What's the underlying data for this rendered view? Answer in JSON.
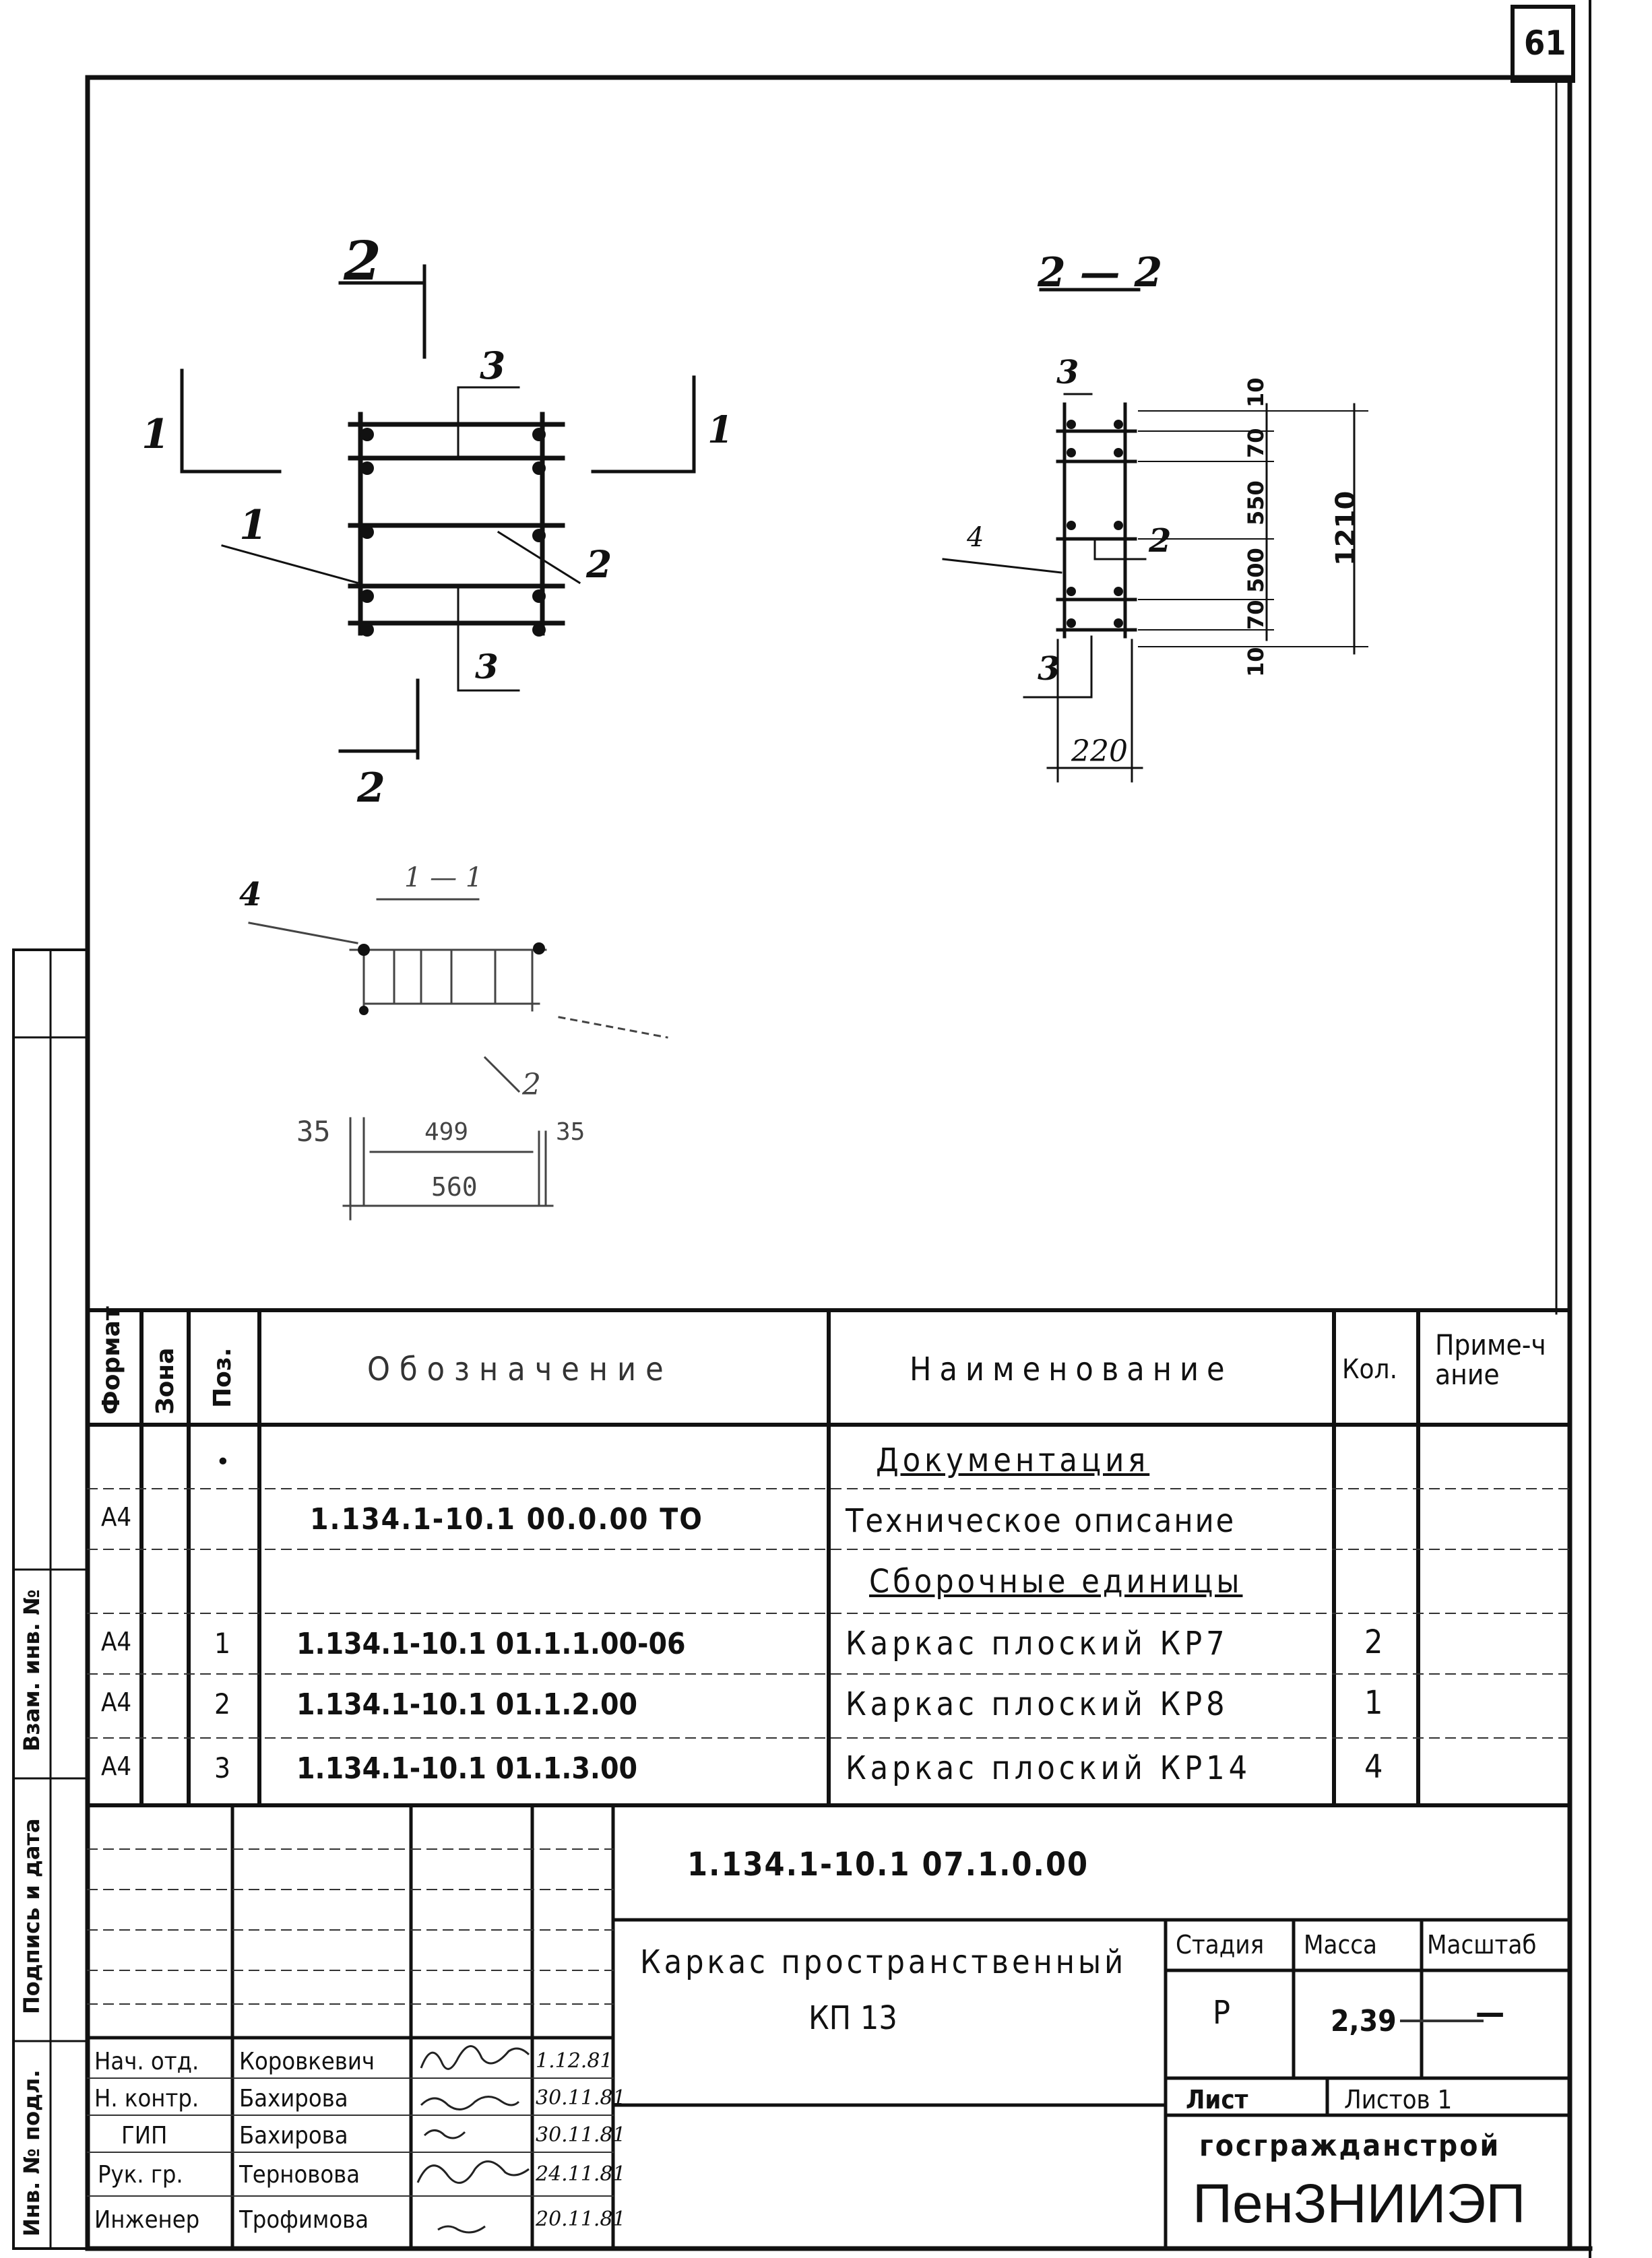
{
  "sheet_number": "61",
  "drawings": {
    "plan": {
      "section_marks": [
        "2",
        "2",
        "1",
        "1"
      ],
      "position_labels": [
        "1",
        "2",
        "3",
        "3"
      ]
    },
    "section_2_2": {
      "title": "2 — 2",
      "position_labels": [
        "3",
        "3",
        "2",
        "4"
      ],
      "dims_vertical": [
        "10",
        "70",
        "550",
        "500",
        "70",
        "10"
      ],
      "dim_total": "1210",
      "dim_width": "220"
    },
    "view_1_1": {
      "title": "1 — 1",
      "position_labels": [
        "4",
        "2"
      ],
      "dims": [
        "35",
        "499",
        "35",
        "560"
      ]
    }
  },
  "spec_table": {
    "headers": {
      "format": "Формат",
      "zone": "Зона",
      "pos": "Поз.",
      "designation": "Обозначение",
      "name": "Наименование",
      "qty": "Кол.",
      "note": "Приме-чание"
    },
    "sections": {
      "documentation": "Документация",
      "assemblies": "Сборочные единицы"
    },
    "doc_row": {
      "format": "А4",
      "designation": "1.134.1-10.1 00.0.00 ТО",
      "name": "Техническое описание",
      "mark": "•"
    },
    "rows": [
      {
        "format": "А4",
        "pos": "1",
        "designation": "1.134.1-10.1 01.1.1.00-06",
        "name": "Каркас плоский КР7",
        "qty": "2"
      },
      {
        "format": "А4",
        "pos": "2",
        "designation": "1.134.1-10.1 01.1.2.00",
        "name": "Каркас плоский КР8",
        "qty": "1"
      },
      {
        "format": "А4",
        "pos": "3",
        "designation": "1.134.1-10.1 01.1.3.00",
        "name": "Каркас плоский КР14",
        "qty": "4"
      }
    ]
  },
  "title_block": {
    "doc_code": "1.134.1-10.1 07.1.0.00",
    "title_line1": "Каркас пространственный",
    "title_line2": "КП 13",
    "stage_label": "Стадия",
    "mass_label": "Масса",
    "scale_label": "Масштаб",
    "stage": "Р",
    "mass": "2,39",
    "scale": "—",
    "sheet_label": "Лист",
    "sheets_label": "Листов 1",
    "org_line1": "госгражданстрой",
    "org_line2": "ПенЗНИИЭП",
    "signers": [
      {
        "role": "Нач. отд.",
        "name": "Коровкевич",
        "date": "1.12.81"
      },
      {
        "role": "Н. контр.",
        "name": "Бахирова",
        "date": "30.11.81"
      },
      {
        "role": "ГИП",
        "name": "Бахирова",
        "date": "30.11.81"
      },
      {
        "role": "Рук. гр.",
        "name": "Терновова",
        "date": "24.11.81"
      },
      {
        "role": "Инженер",
        "name": "Трофимова",
        "date": "20.11.81"
      }
    ]
  },
  "side_stamp": {
    "inv_label": "Инв. № подл.",
    "sign_label": "Подпись и дата",
    "replace_label": "Взам. инв. №"
  }
}
